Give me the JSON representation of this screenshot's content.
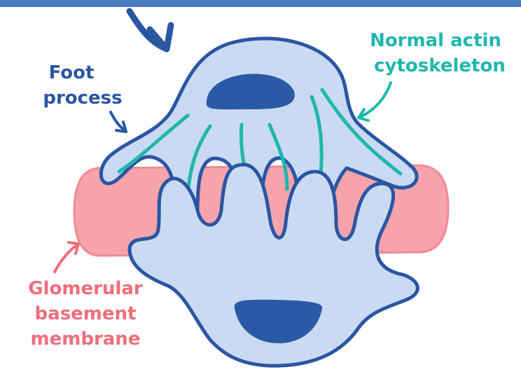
{
  "labels": {
    "foot_process": [
      "Foot",
      "process"
    ],
    "actin": [
      "Normal actin",
      "cytoskeleton"
    ],
    "gbm": [
      "Glomerular",
      "basement",
      "membrane"
    ]
  },
  "colors": {
    "top_bar": "#4a7dbd",
    "outline": "#2a56a3",
    "cell_fill": "#c9daf2",
    "nucleus": "#2a5aa5",
    "actin": "#1fb7ad",
    "membrane": "#f7a3ab",
    "membrane_label": "#ee6e7b",
    "foot_label": "#2a56a3",
    "actin_label": "#1fb7ad"
  },
  "icons": [
    "curved-arrow-top",
    "arrow-foot-process",
    "arrow-actin",
    "arrow-gbm"
  ]
}
